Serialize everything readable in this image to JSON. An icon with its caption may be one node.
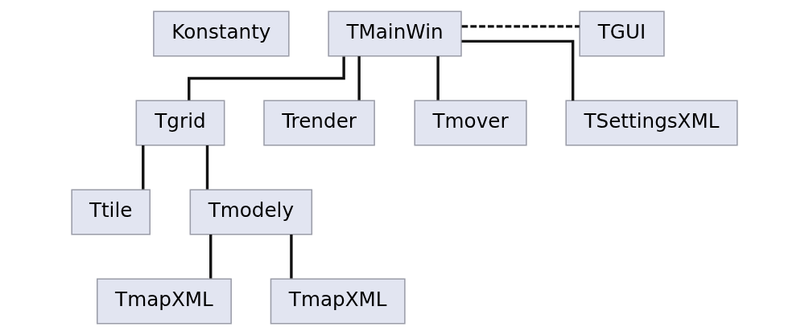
{
  "diagram": {
    "nodes": [
      {
        "text": [
          "Konstanty"
        ]
      },
      {
        "text": [
          "TMainWin"
        ]
      },
      {
        "text": [
          "TGUI"
        ]
      },
      {
        "text": [
          "Tgrid"
        ]
      },
      {
        "text": [
          "Trender"
        ]
      },
      {
        "text": [
          "Tmover"
        ]
      },
      {
        "text": [
          "TSettingsXML"
        ]
      },
      {
        "text": [
          "Ttile"
        ]
      },
      {
        "text": [
          "Tmodely"
        ]
      },
      {
        "text": [
          "TmapXML"
        ]
      },
      {
        "text": [
          "TmapXML"
        ]
      }
    ],
    "edges": [
      {
        "from": 1,
        "to": 2,
        "arrow": "none",
        "style": "dashed"
      },
      {
        "from": 1,
        "to": 3,
        "arrow": "none"
      },
      {
        "from": 1,
        "to": 4,
        "arrow": "none"
      },
      {
        "from": 1,
        "to": 5,
        "arrow": "none"
      },
      {
        "from": 1,
        "to": 6,
        "arrow": "none"
      },
      {
        "from": 3,
        "to": 7,
        "arrow": "none"
      },
      {
        "from": 3,
        "to": 8,
        "arrow": "none"
      },
      {
        "from": 8,
        "to": 9,
        "arrow": "none"
      },
      {
        "from": 8,
        "to": 10,
        "arrow": "none"
      }
    ]
  }
}
